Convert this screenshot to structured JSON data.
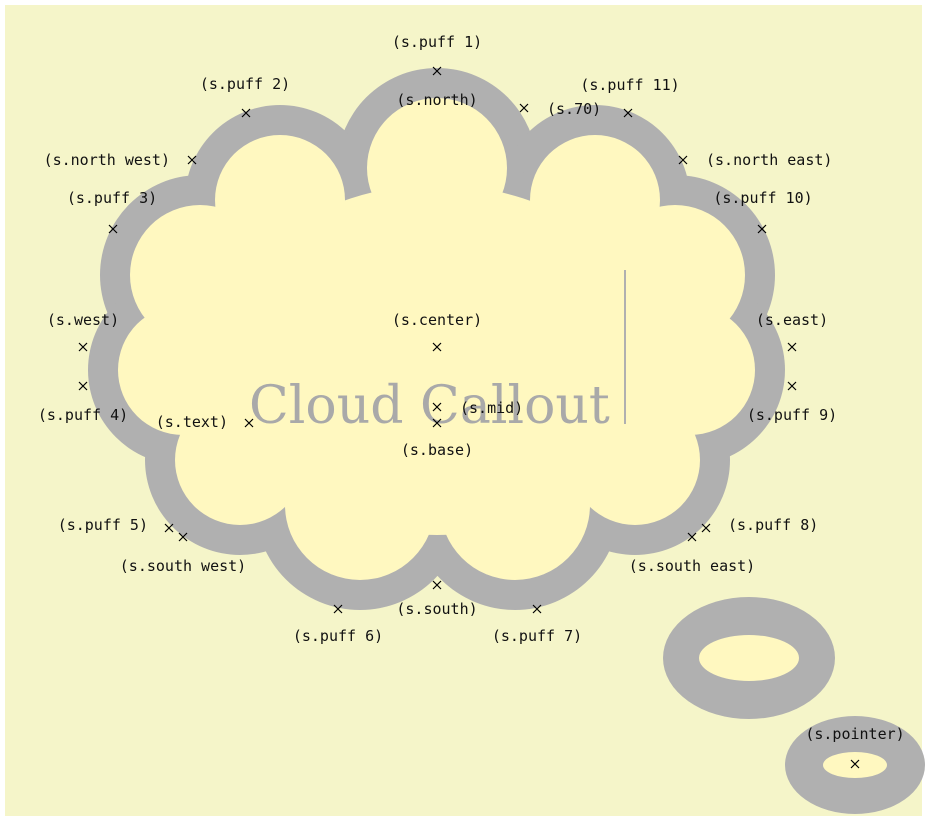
{
  "colors": {
    "page_background": "#f5f5c9",
    "cloud_fill": "#fff8c0",
    "cloud_border": "#b0b0b0",
    "text_color": "#a9a9a9",
    "marker_color": "#000000"
  },
  "callout_text": "Cloud Callout",
  "anchors": [
    {
      "id": "puff1",
      "label": "(s.puff 1)"
    },
    {
      "id": "north",
      "label": "(s.north)"
    },
    {
      "id": "a70",
      "label": "(s.70)"
    },
    {
      "id": "puff11",
      "label": "(s.puff 11)"
    },
    {
      "id": "puff2",
      "label": "(s.puff 2)"
    },
    {
      "id": "northwest",
      "label": "(s.north west)"
    },
    {
      "id": "northeast",
      "label": "(s.north east)"
    },
    {
      "id": "puff3",
      "label": "(s.puff 3)"
    },
    {
      "id": "puff10",
      "label": "(s.puff 10)"
    },
    {
      "id": "west",
      "label": "(s.west)"
    },
    {
      "id": "center",
      "label": "(s.center)"
    },
    {
      "id": "east",
      "label": "(s.east)"
    },
    {
      "id": "puff4",
      "label": "(s.puff 4)"
    },
    {
      "id": "puff9",
      "label": "(s.puff 9)"
    },
    {
      "id": "text",
      "label": "(s.text)"
    },
    {
      "id": "mid",
      "label": "(s.mid)"
    },
    {
      "id": "base",
      "label": "(s.base)"
    },
    {
      "id": "puff5",
      "label": "(s.puff 5)"
    },
    {
      "id": "southwest",
      "label": "(s.south west)"
    },
    {
      "id": "puff8",
      "label": "(s.puff 8)"
    },
    {
      "id": "southeast",
      "label": "(s.south east)"
    },
    {
      "id": "south",
      "label": "(s.south)"
    },
    {
      "id": "puff6",
      "label": "(s.puff 6)"
    },
    {
      "id": "puff7",
      "label": "(s.puff 7)"
    },
    {
      "id": "pointer",
      "label": "(s.pointer)"
    }
  ]
}
